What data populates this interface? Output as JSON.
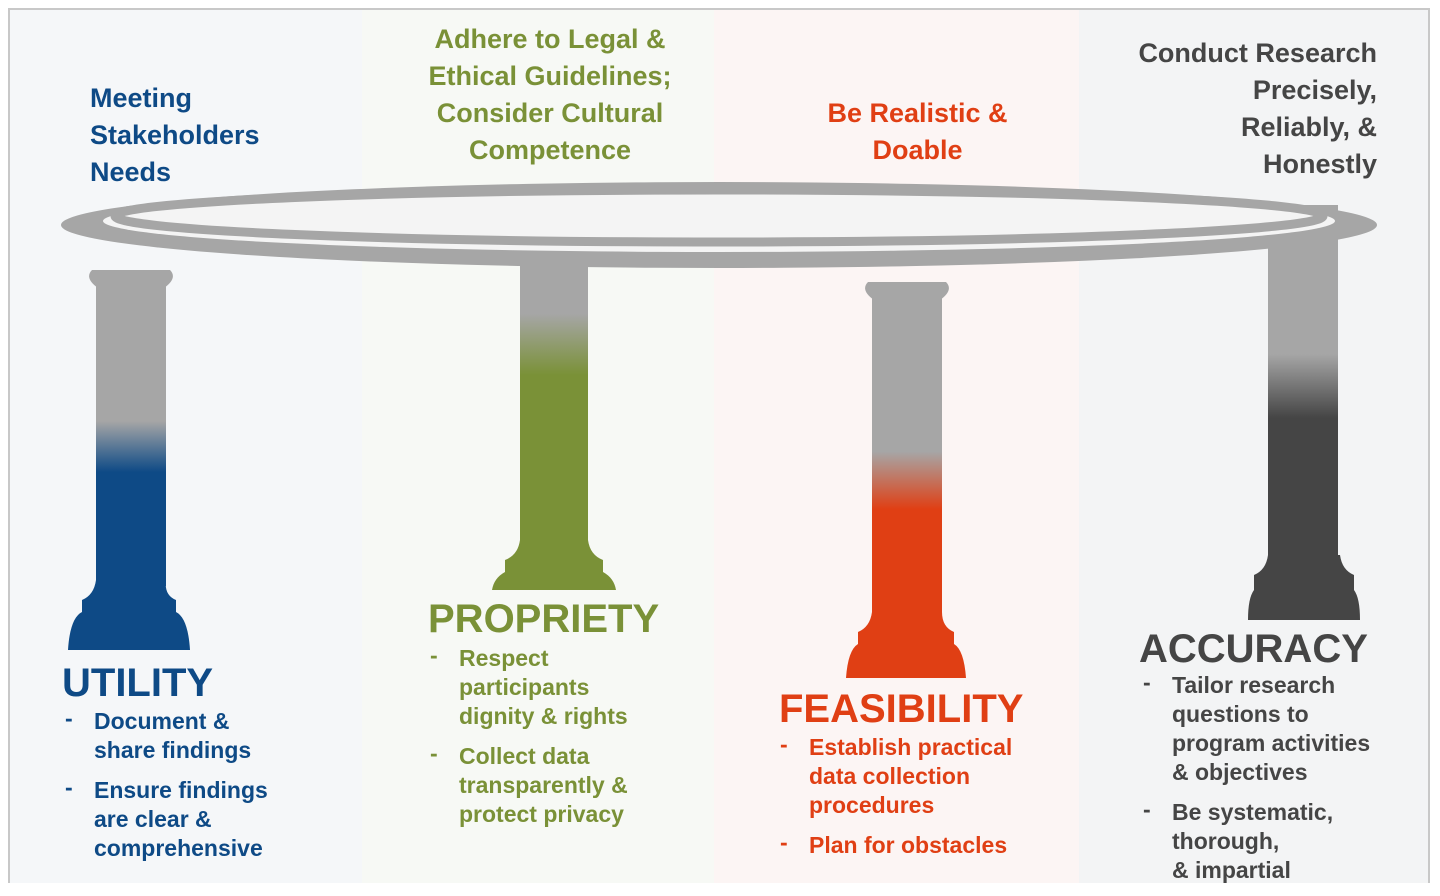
{
  "colors": {
    "utility": "#0e4a86",
    "propriety": "#7a9137",
    "feasibility": "#e03f14",
    "accuracy": "#454545",
    "stone": "#a6a6a6"
  },
  "pillars": [
    {
      "name": "UTILITY",
      "principle": "Meeting Stakeholders Needs",
      "principle_lines": [
        "Meeting",
        "Stakeholders",
        "Needs"
      ],
      "bullets": [
        [
          "Document &",
          "share findings"
        ],
        [
          "Ensure findings",
          "are clear &",
          "comprehensive"
        ]
      ]
    },
    {
      "name": "PROPRIETY",
      "principle": "Adhere to Legal & Ethical Guidelines; Consider Cultural Competence",
      "principle_lines": [
        "Adhere to Legal &",
        "Ethical Guidelines;",
        "Consider Cultural",
        "Competence"
      ],
      "bullets": [
        [
          "Respect",
          "participants",
          "dignity & rights"
        ],
        [
          "Collect data",
          "transparently &",
          "protect privacy"
        ]
      ]
    },
    {
      "name": "FEASIBILITY",
      "principle": "Be Realistic & Doable",
      "principle_lines": [
        "Be Realistic &",
        "Doable"
      ],
      "bullets": [
        [
          "Establish practical",
          "data collection",
          "procedures"
        ],
        [
          "Plan for obstacles"
        ]
      ]
    },
    {
      "name": "ACCURACY",
      "principle": "Conduct Research Precisely, Reliably, & Honestly",
      "principle_lines": [
        "Conduct Research",
        "Precisely,",
        "Reliably, &",
        "Honestly"
      ],
      "bullets": [
        [
          "Tailor research",
          "questions to",
          "program activities",
          "& objectives"
        ],
        [
          "Be systematic,",
          "thorough,",
          "& impartial"
        ]
      ]
    }
  ],
  "bullet_marker": "-"
}
